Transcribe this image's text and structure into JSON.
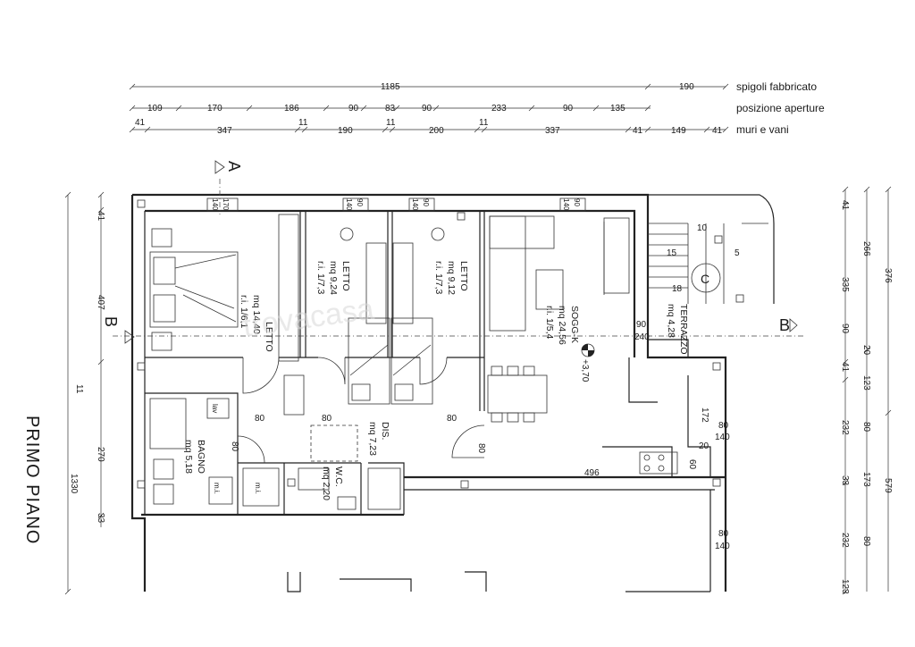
{
  "title": "PRIMO PIANO",
  "watermark": "trovacasa",
  "section_markers": {
    "a": "A",
    "b_left": "B",
    "b_right": "B"
  },
  "stair_marker": "C",
  "elevation": "+3,70",
  "dimension_rows": {
    "spigoli": {
      "label": "spigoli fabbricato",
      "values": [
        "1185",
        "190"
      ]
    },
    "aperture": {
      "label": "posizione aperture",
      "values": [
        "109",
        "170",
        "186",
        "90",
        "83",
        "90",
        "233",
        "90",
        "135"
      ]
    },
    "muri": {
      "label": "muri e vani",
      "values": [
        "41",
        "347",
        "11",
        "190",
        "11",
        "200",
        "11",
        "337",
        "41",
        "149",
        "41"
      ]
    }
  },
  "left_dims": [
    "41",
    "407",
    "11",
    "270",
    "33",
    "1330"
  ],
  "right_dims_inner": [
    "41",
    "335",
    "90",
    "41",
    "232",
    "33",
    "232",
    "123"
  ],
  "right_dims_mid": [
    "266",
    "20",
    "123",
    "80",
    "173",
    "80"
  ],
  "right_dims_outer": [
    "376",
    "579"
  ],
  "top_openings": [
    {
      "a": "140",
      "b": "170"
    },
    {
      "a": "140",
      "b": "90"
    },
    {
      "a": "140",
      "b": "90"
    },
    {
      "a": "140",
      "b": "90"
    }
  ],
  "rooms": [
    {
      "name": "LETTO",
      "area": "mq  14,40",
      "ri": "r.i.  1/6,1"
    },
    {
      "name": "LETTO",
      "area": "mq  9,24",
      "ri": "r.i.  1/7,3"
    },
    {
      "name": "LETTO",
      "area": "mq  9,12",
      "ri": "r.i.  1/7,3"
    },
    {
      "name": "SOGG-K",
      "area": "mq  24,56",
      "ri": "r.i.  1/5,4"
    },
    {
      "name": "TERRAZZO",
      "area": "mq  4,28"
    },
    {
      "name": "DIS.",
      "area": "mq  7,23"
    },
    {
      "name": "BAGNO",
      "area": "mq  5,18"
    },
    {
      "name": "W.C.",
      "area": "mq  2,20"
    }
  ],
  "door_widths": [
    "80",
    "80",
    "80",
    "80",
    "80",
    "80",
    "80"
  ],
  "other_dims": [
    "496",
    "60",
    "172",
    "20",
    "90",
    "240",
    "80",
    "140",
    "80",
    "140",
    "10",
    "15",
    "18",
    "5",
    "41"
  ],
  "fixture_labels": {
    "lav": "lav",
    "mi1": "m.i.",
    "mi2": "m.i."
  }
}
